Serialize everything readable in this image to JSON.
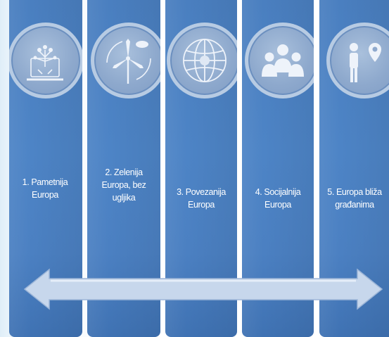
{
  "stages": [
    {
      "label": "1. Pametnija\nEuropa",
      "icon": "laptop-tree-icon"
    },
    {
      "label": "2. Zelenija\nEuropa, bez\nugljika",
      "icon": "wind-turbine-icon"
    },
    {
      "label": "3. Povezanija\nEuropa",
      "icon": "globe-icon"
    },
    {
      "label": "4. Socijalnija\nEuropa",
      "icon": "people-group-icon"
    },
    {
      "label": "5. Europa bliža\ngrađanima",
      "icon": "person-location-icon"
    }
  ],
  "colors": {
    "panel": "#4b80c2",
    "disc": "#8ea9cd",
    "arrow": "#c7d7ec"
  }
}
